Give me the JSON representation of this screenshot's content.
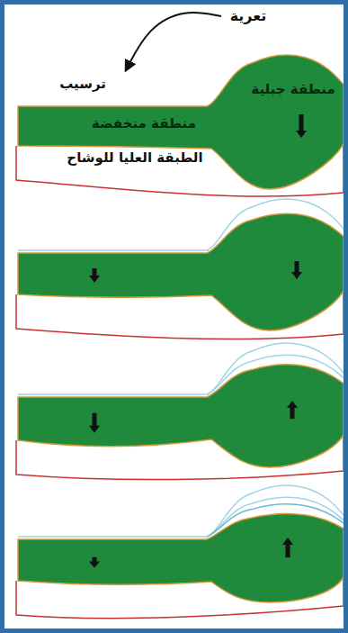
{
  "diagram": {
    "labels": [
      "تعرية",
      "ترسيب",
      "منطقة جبلية",
      "منطقة منخفضة",
      "الطبقة العليا للوشاح"
    ]
  }
}
